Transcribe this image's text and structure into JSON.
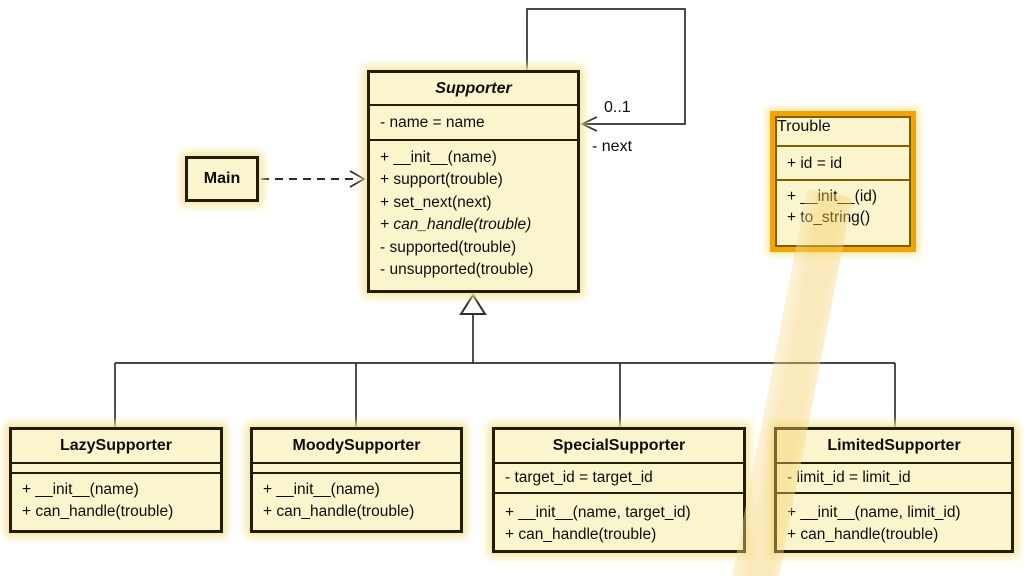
{
  "diagram_title": "Supporter chain-of-responsibility UML class diagram",
  "colors": {
    "class-fill": "#faf5cd",
    "class-border": "#231c07",
    "line": "#2e2e2e",
    "glow": "#f5e79f",
    "frame-orange": "#f2a405",
    "frame-inner": "#7d5f04",
    "highlighter": "#f5cd62"
  },
  "classes": {
    "main": {
      "title": "Main"
    },
    "supporter": {
      "title": "Supporter",
      "attributes": [
        "- name = name"
      ],
      "methods": [
        "+ __init__(name)",
        "+ support(trouble)",
        "+ set_next(next)",
        "+ can_handle(trouble)",
        "- supported(trouble)",
        "- unsupported(trouble)"
      ]
    },
    "trouble": {
      "title": "Trouble",
      "attributes": [
        "+ id = id"
      ],
      "methods": [
        "+ __init__(id)",
        "+ to_string()"
      ]
    },
    "lazy": {
      "title": "LazySupporter",
      "methods": [
        "+ __init__(name)",
        "+ can_handle(trouble)"
      ]
    },
    "moody": {
      "title": "MoodySupporter",
      "methods": [
        "+ __init__(name)",
        "+ can_handle(trouble)"
      ]
    },
    "special": {
      "title": "SpecialSupporter",
      "attributes": [
        "- target_id = target_id"
      ],
      "methods": [
        "+ __init__(name, target_id)",
        "+ can_handle(trouble)"
      ]
    },
    "limited": {
      "title": "LimitedSupporter",
      "attributes": [
        "- limit_id = limit_id"
      ],
      "methods": [
        "+ __init__(name, limit_id)",
        "+ can_handle(trouble)"
      ]
    }
  },
  "relations": {
    "self_association": {
      "multiplicity": "0..1",
      "role": "- next"
    }
  }
}
